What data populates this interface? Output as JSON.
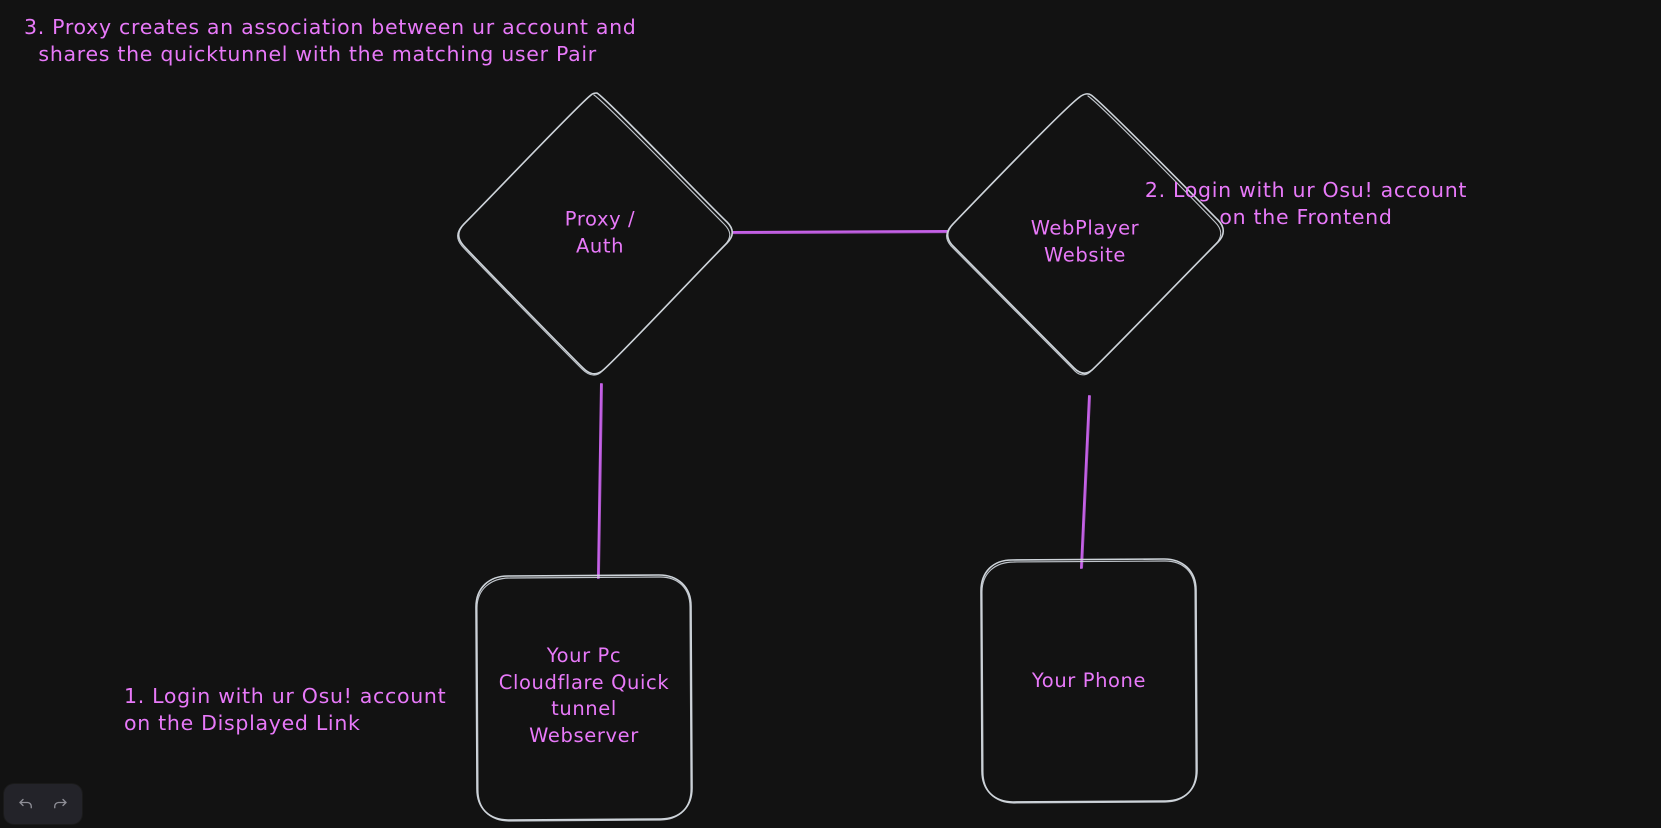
{
  "canvas": {
    "background_color": "#121212",
    "stroke_color": "#ced4da",
    "accent_color": "#e879f9",
    "connector_color": "#c661e8"
  },
  "nodes": [
    {
      "id": "proxy-auth",
      "shape": "diamond",
      "label": "Proxy /\nAuth"
    },
    {
      "id": "webplayer-website",
      "shape": "diamond",
      "label": "WebPlayer\nWebsite"
    },
    {
      "id": "your-pc",
      "shape": "rounded-rectangle",
      "label": "Your Pc\nCloudflare Quick\ntunnel\nWebserver"
    },
    {
      "id": "your-phone",
      "shape": "rounded-rectangle",
      "label": "Your Phone"
    }
  ],
  "annotations": [
    {
      "id": "step-3",
      "text": "3. Proxy creates an association between ur account and\n  shares the quicktunnel with the matching user Pair"
    },
    {
      "id": "step-2",
      "text": "2. Login with ur Osu! account\non the Frontend"
    },
    {
      "id": "step-1",
      "text": "1. Login with ur Osu! account\non the Displayed Link"
    }
  ],
  "toolbar": {
    "undo_label": "Undo",
    "redo_label": "Redo"
  }
}
